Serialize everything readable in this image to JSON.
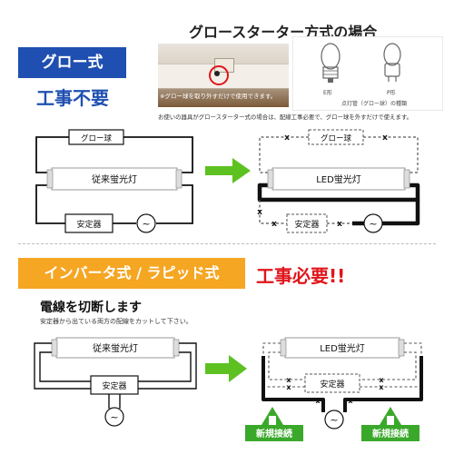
{
  "colors": {
    "blue_badge": "#1f4fb0",
    "blue_text": "#1f4fb0",
    "orange_badge": "#f5a623",
    "red_text": "#e0151b",
    "green_arrow": "#5dc121",
    "green_box": "#3aa82a",
    "wire": "#111111",
    "dashed": "#555555"
  },
  "section1": {
    "badge": "グロー式",
    "subtitle": "工事不要",
    "heading": "グロースターター方式の場合",
    "photo_caption": "※グロー球を取り外すだけで使用できます。",
    "bulb_e_label": "E形",
    "bulb_p_label": "P形",
    "bulb_caption": "点灯管（グロー球）の種類",
    "note": "お使いの器具がグロースターター式の場合は、配線工事必要で、グロー球を外すだけで使えます。",
    "left_glow": "グロー球",
    "left_tube": "従来蛍光灯",
    "left_ballast": "安定器",
    "right_glow": "グロー球",
    "right_tube": "LED蛍光灯",
    "right_ballast": "安定器",
    "ac_symbol": "~",
    "cut_mark": "x"
  },
  "section2": {
    "badge": "インバータ式 / ラピッド式",
    "warning": "工事必要!!",
    "heading": "電線を切断します",
    "note": "安定器から出ている両方の配線をカットして下さい。",
    "left_tube": "従来蛍光灯",
    "left_ballast": "安定器",
    "right_tube": "LED蛍光灯",
    "right_ballast": "安定器",
    "new_connection_left": "新規接続",
    "new_connection_right": "新規接続",
    "ac_symbol": "~",
    "cut_mark": "x"
  }
}
